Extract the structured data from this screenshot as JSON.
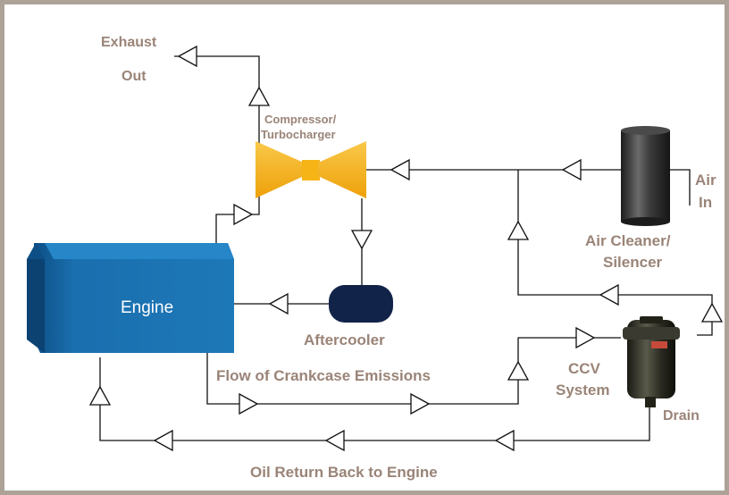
{
  "labels": {
    "exhaust": "Exhaust",
    "out": "Out",
    "compressor_line1": "Compressor/",
    "compressor_line2": "Turbocharger",
    "air": "Air",
    "in": "In",
    "air_cleaner_line1": "Air Cleaner/",
    "air_cleaner_line2": "Silencer",
    "engine": "Engine",
    "aftercooler": "Aftercooler",
    "ccv_line1": "CCV",
    "ccv_line2": "System",
    "drain": "Drain",
    "crankcase_flow": "Flow of Crankcase Emissions",
    "oil_return": "Oil Return Back to Engine"
  },
  "colors": {
    "border": "#ada297",
    "label": "#9a8478",
    "line": "#111111",
    "engine": "#1a6fae",
    "turbo": "#f6b417",
    "aftercooler": "#12234a",
    "air_cleaner": "#3a3a3a",
    "ccv": "#2a2a22"
  }
}
